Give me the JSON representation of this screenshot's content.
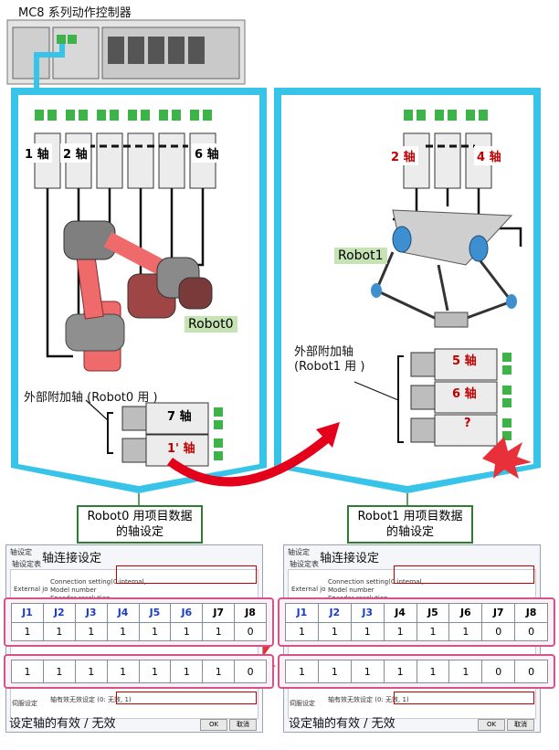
{
  "controller_label": "MC8 系列动作控制器",
  "left_axes": {
    "a1": "1 轴",
    "a2": "2 轴",
    "a6": "6 轴",
    "a7": "7 轴",
    "a1b": "1' 轴"
  },
  "right_axes": {
    "a2": "2 轴",
    "a4": "4 轴",
    "a5": "5 轴",
    "a6": "6 轴",
    "a7": "?"
  },
  "robot0": "Robot0",
  "robot1": "Robot1",
  "ext_left": "外部附加轴 (Robot0 用 )",
  "ext_right_1": "外部附加轴",
  "ext_right_2": "(Robot1 用 )",
  "cap_left_1": "Robot0 用项目数据",
  "cap_left_2": "的轴设定",
  "cap_right_1": "Robot1 用项目数据",
  "cap_right_2": "的轴设定",
  "dialog": {
    "title": "轴设定",
    "tab": "轴设定表",
    "axis_conn": "轴连接设定",
    "ext_label": "External jo",
    "row_conn": "Connection setting(0:internal,",
    "row_model": "Model number",
    "row_enc": "Encoder resolution",
    "servo": "伺服设定",
    "enable_row": "轴有效无效设定 (0: 无效, 1)",
    "ok": "OK",
    "cancel": "取消"
  },
  "bottom_left": "设定轴的有效 / 无效",
  "bottom_right": "设定轴的有效 / 无效",
  "table": {
    "headers": [
      "J1",
      "J2",
      "J3",
      "J4",
      "J5",
      "J6",
      "J7",
      "J8"
    ],
    "left_conn": [
      "1",
      "1",
      "1",
      "1",
      "1",
      "1",
      "1",
      "0"
    ],
    "left_enable": [
      "1",
      "1",
      "1",
      "1",
      "1",
      "1",
      "1",
      "0"
    ],
    "right_conn": [
      "1",
      "1",
      "1",
      "1",
      "1",
      "1",
      "0",
      "0"
    ],
    "right_enable": [
      "1",
      "1",
      "1",
      "1",
      "1",
      "1",
      "0",
      "0"
    ]
  }
}
